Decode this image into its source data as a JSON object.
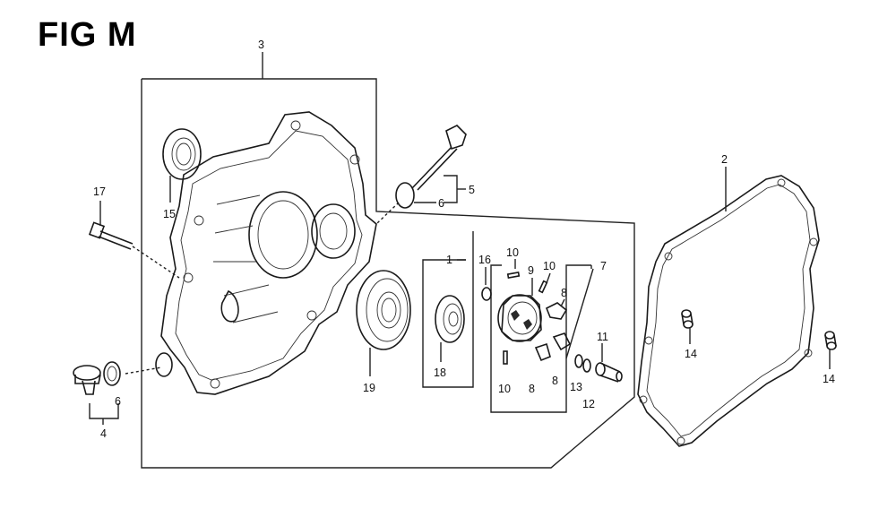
{
  "figure": {
    "title": "FIG M"
  },
  "callouts": {
    "c1": "1",
    "c2": "2",
    "c3": "3",
    "c4": "4",
    "c5": "5",
    "c6a": "6",
    "c6b": "6",
    "c7": "7",
    "c8a": "8",
    "c8b": "8",
    "c8c": "8",
    "c9": "9",
    "c10a": "10",
    "c10b": "10",
    "c10c": "10",
    "c11": "11",
    "c12": "12",
    "c13": "13",
    "c14a": "14",
    "c14b": "14",
    "c15": "15",
    "c16": "16",
    "c17": "17",
    "c18": "18",
    "c19": "19"
  }
}
